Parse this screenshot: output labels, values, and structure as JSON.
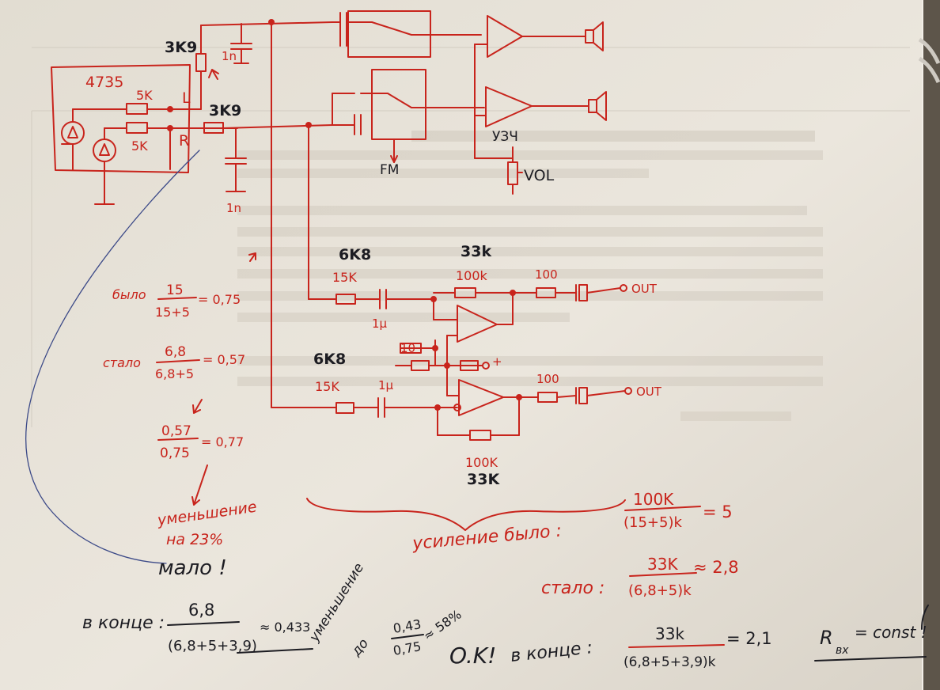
{
  "colors": {
    "paper": "#e6e1d8",
    "red_ink": "#c8241c",
    "black_ink": "#1c1c22",
    "blue_ink": "#3c4a88"
  },
  "circuit": {
    "chip": "4735",
    "channel_left": "L",
    "channel_right": "R",
    "input_resistor_left": "5K",
    "input_resistor_right": "5K",
    "series_resistor_left": "3K9",
    "series_resistor_right": "3K9",
    "cap_top": "1n",
    "cap_bottom": "1n",
    "fm_label": "FM",
    "amp_label": "УЗЧ",
    "volume_label": "VOL",
    "stage1": {
      "new_input_resistor": "6K8",
      "input_resistor": "15K",
      "feedback_new": "33k",
      "feedback_resistor": "100k",
      "output_resistor": "100",
      "coupling_cap": "1μ",
      "output": "OUT"
    },
    "stage2": {
      "new_input_resistor": "6K8",
      "input_resistor": "15K",
      "coupling_cap": "1μ",
      "output_resistor": "100",
      "output": "OUT",
      "feedback_resistor": "100K",
      "feedback_new": "33K"
    },
    "bias_resistor": "10",
    "plus": "+"
  },
  "calc_left": {
    "was_label": "было",
    "was_num": "15",
    "was_den": "15+5",
    "was_result": "= 0,75",
    "now_label": "стало",
    "now_num": "6,8",
    "now_den": "6,8+5",
    "now_result": "= 0,57",
    "ratio_num": "0,57",
    "ratio_den": "0,75",
    "ratio_result": "= 0,77",
    "decrease_line1": "уменьшение",
    "decrease_line2": "на 23%",
    "verdict": "мало !"
  },
  "calc_gain": {
    "was_label": "усиление было :",
    "was_num": "100K",
    "was_den": "(15+5)k",
    "was_result": "= 5",
    "now_label": "стало :",
    "now_num": "33K",
    "now_den": "(6,8+5)k",
    "now_result": "≈ 2,8"
  },
  "calc_bottom": {
    "end_label": "в конце :",
    "end_num": "6,8",
    "end_den": "(6,8+5+3,9)",
    "end_result": "≈ 0,433",
    "decrease_line1": "уменьшение",
    "decrease_line2": "до",
    "decrease_num": "0,43",
    "decrease_den": "0,75",
    "decrease_result": "≈ 58%",
    "ok": "O.K!",
    "end2_label": "в конце :",
    "end2_num": "33k",
    "end2_den": "(6,8+5+3,9)k",
    "end2_result": "= 2,1",
    "rin": "R",
    "rin_sub": "вх",
    "rin_rest": "= const !"
  }
}
